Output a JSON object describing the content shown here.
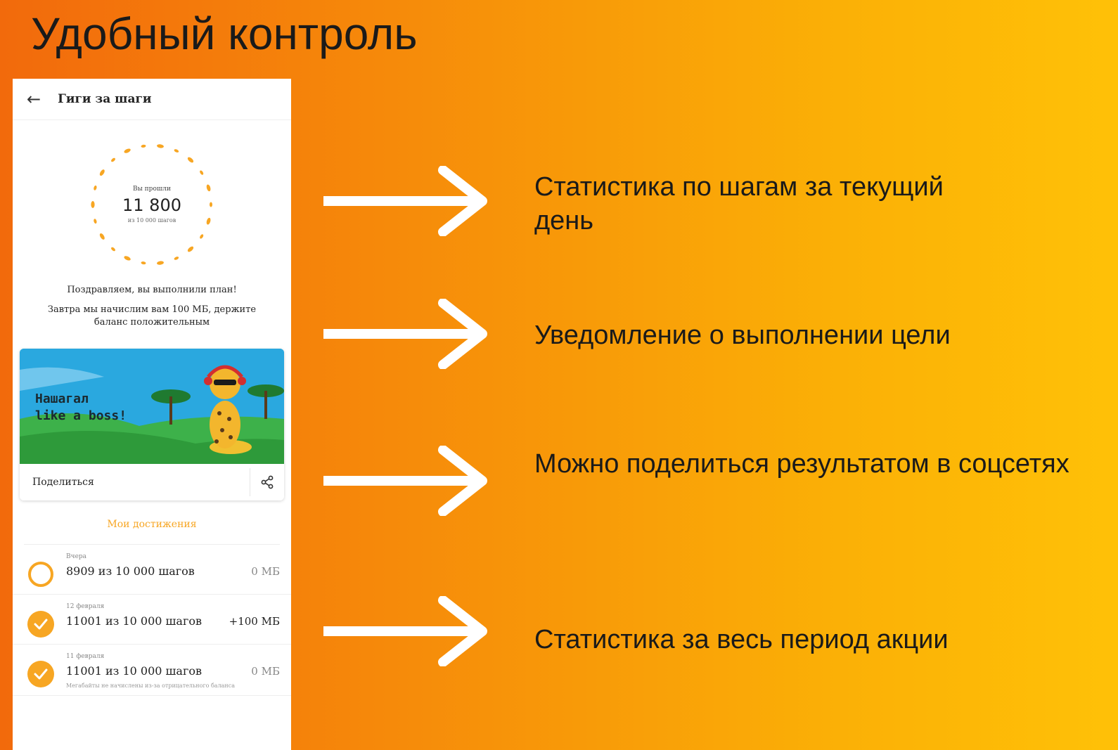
{
  "slide": {
    "title": "Удобный контроль"
  },
  "app": {
    "title": "Гиги за шаги",
    "ring": {
      "label": "Вы прошли",
      "value": "11 800",
      "sub": "из 10 000 шагов"
    },
    "congrats": "Поздравляем, вы выполнили план!",
    "notice": "Завтра мы начислим вам 100 МБ, держите баланс положительным",
    "banner": {
      "line1": "Нашагал",
      "line2": "like a boss!"
    },
    "share_label": "Поделиться",
    "achievements_label": "Мои достижения",
    "stats": [
      {
        "date": "Вчера",
        "steps": "8909 из 10 000 шагов",
        "mb": "0 МБ",
        "completed": false,
        "note": ""
      },
      {
        "date": "12 февраля",
        "steps": "11001 из 10 000 шагов",
        "mb": "+100 МБ",
        "completed": true,
        "note": ""
      },
      {
        "date": "11 февраля",
        "steps": "11001 из 10 000 шагов",
        "mb": "0 МБ",
        "completed": true,
        "note": "Мегабайты не начислены из-за отрицательного баланса"
      }
    ]
  },
  "captions": [
    "Статистика по шагам за текущий день",
    "Уведомление о выполнении цели",
    "Можно поделиться результатом в соцсетях",
    "Статистика за весь период акции"
  ],
  "colors": {
    "accent": "#f7a623",
    "background_start": "#f26a0c",
    "background_end": "#ffc107"
  }
}
